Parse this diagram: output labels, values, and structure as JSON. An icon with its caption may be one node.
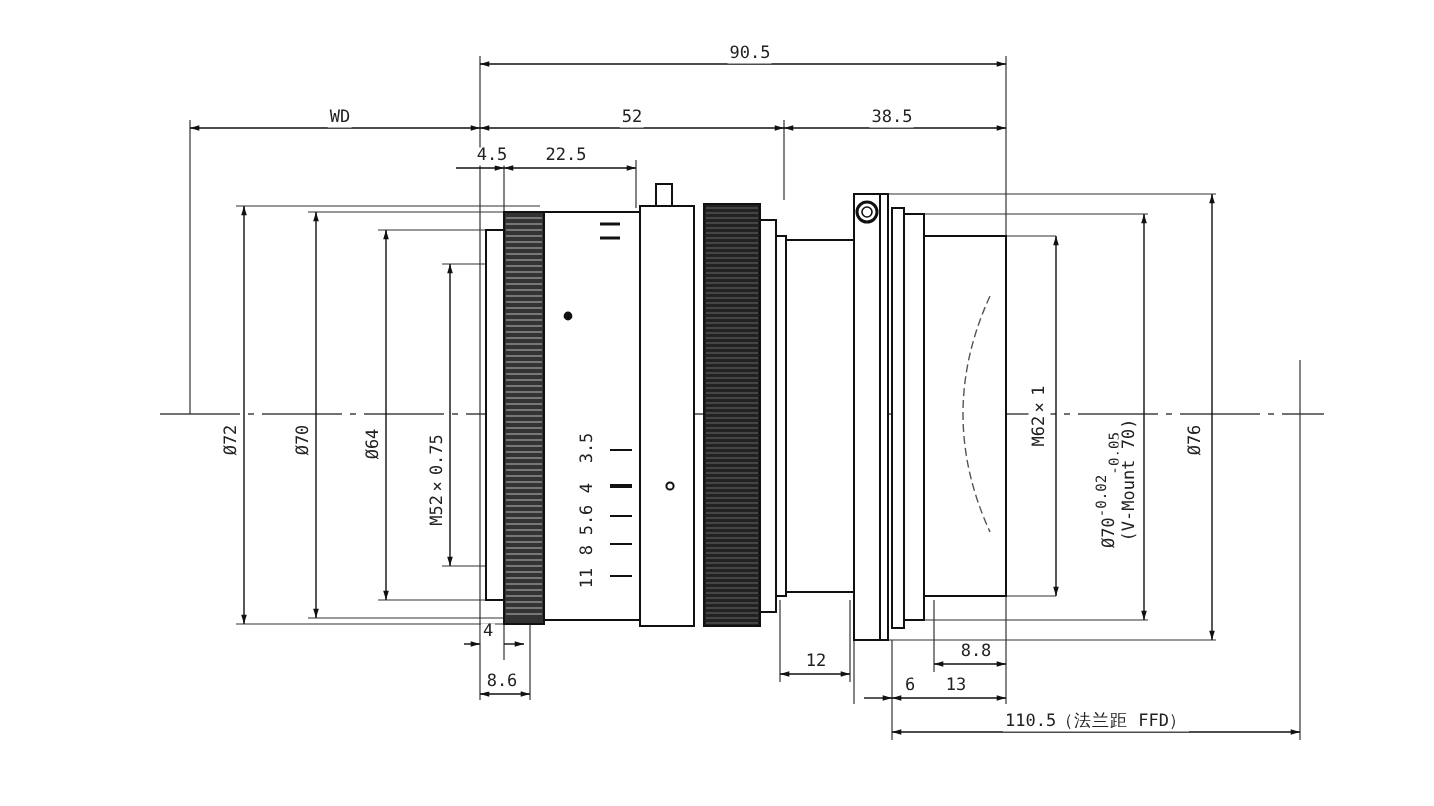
{
  "diagram": {
    "labels": [
      "90.5",
      "WD",
      "52",
      "38.5",
      "4.5",
      "22.5",
      "Ø72",
      "Ø70",
      "Ø64",
      "M52×0.75",
      "3.5",
      "4",
      "5.6",
      "8",
      "11",
      "M62×1",
      "Ø70$^{-0.02}$$_{-0.05}$",
      "(V-Mount 70)",
      "Ø76",
      "4",
      "12",
      "8.8",
      "8.6",
      "6",
      "13",
      "110.5（法兰距 FFD）"
    ]
  }
}
